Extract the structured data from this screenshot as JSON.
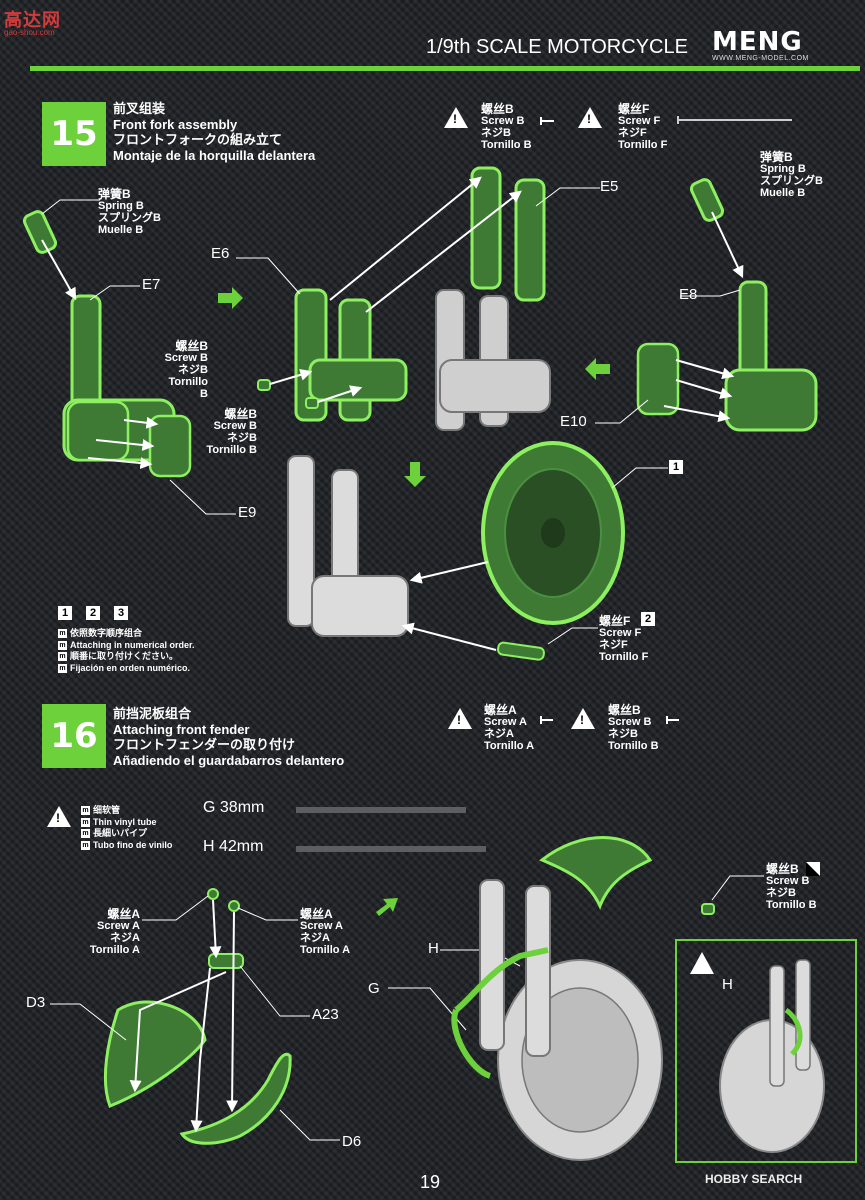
{
  "watermark_top": {
    "name": "高达网",
    "url": "gao-shou.com"
  },
  "header": {
    "title": "1/9th SCALE MOTORCYCLE",
    "brand": "MENG",
    "brand_url": "WWW.MENG-MODEL.COM"
  },
  "step15": {
    "number": "15",
    "title_cn": "前叉组装",
    "title_en": "Front fork assembly",
    "title_jp": "フロントフォークの組み立て",
    "title_es": "Montaje de la horquilla delantera",
    "screw_b": {
      "cn": "螺丝B",
      "en": "Screw B",
      "jp": "ネジB",
      "es": "Tornillo B"
    },
    "screw_f": {
      "cn": "螺丝F",
      "en": "Screw F",
      "jp": "ネジF",
      "es": "Tornillo F"
    },
    "spring_b": {
      "cn": "弹簧B",
      "en": "Spring B",
      "jp": "スプリングB",
      "es": "Muelle B"
    },
    "parts": {
      "e5": "E5",
      "e6": "E6",
      "e7": "E7",
      "e8": "E8",
      "e9": "E9",
      "e10": "E10"
    },
    "order_numbers": [
      "1",
      "2",
      "3"
    ],
    "callout_1": "1",
    "callout_2": "2",
    "legend": {
      "cn": "依照数字顺序组合",
      "en": "Attaching in numerical order.",
      "jp": "順番に取り付けください。",
      "es": "Fijación en orden numérico."
    }
  },
  "step16": {
    "number": "16",
    "title_cn": "前挡泥板组合",
    "title_en": "Attaching front fender",
    "title_jp": "フロントフェンダーの取り付け",
    "title_es": "Añadiendo el guardabarros delantero",
    "screw_a": {
      "cn": "螺丝A",
      "en": "Screw A",
      "jp": "ネジA",
      "es": "Tornillo A"
    },
    "screw_b": {
      "cn": "螺丝B",
      "en": "Screw B",
      "jp": "ネジB",
      "es": "Tornillo B"
    },
    "tube": {
      "cn": "细软管",
      "en": "Thin vinyl tube",
      "jp": "長細いパイプ",
      "es": "Tubo fino de vinilo"
    },
    "tube_g": "G  38mm",
    "tube_h": "H  42mm",
    "parts": {
      "d3": "D3",
      "d6": "D6",
      "a23": "A23",
      "g": "G",
      "h": "H",
      "h_inset": "H"
    }
  },
  "page_number": "19",
  "watermark_bottom": "HOBBY SEARCH",
  "colors": {
    "accent": "#6cd13a",
    "background": "#1f2226",
    "part_fill": "#3f7a35",
    "part_outline": "#8df060"
  }
}
